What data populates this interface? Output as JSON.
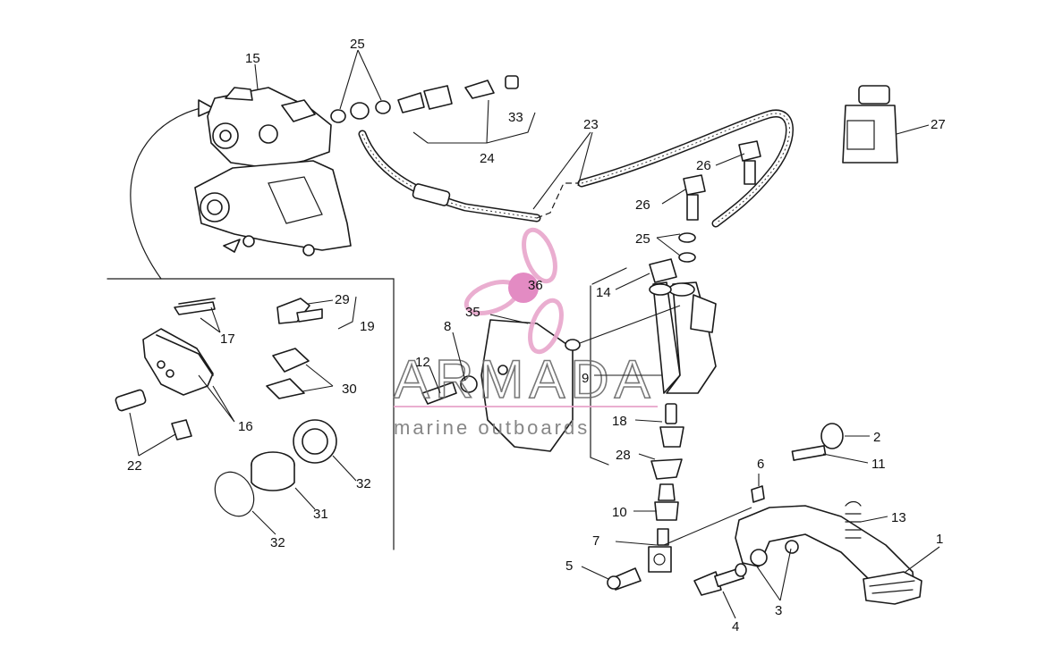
{
  "diagram": {
    "labels": [
      {
        "id": "15",
        "text": "15"
      },
      {
        "id": "25a",
        "text": "25"
      },
      {
        "id": "33",
        "text": "33"
      },
      {
        "id": "24",
        "text": "24"
      },
      {
        "id": "23",
        "text": "23"
      },
      {
        "id": "27",
        "text": "27"
      },
      {
        "id": "26a",
        "text": "26"
      },
      {
        "id": "26b",
        "text": "26"
      },
      {
        "id": "25b",
        "text": "25"
      },
      {
        "id": "14",
        "text": "14"
      },
      {
        "id": "36",
        "text": "36"
      },
      {
        "id": "35",
        "text": "35"
      },
      {
        "id": "8",
        "text": "8"
      },
      {
        "id": "29",
        "text": "29"
      },
      {
        "id": "19",
        "text": "19"
      },
      {
        "id": "17",
        "text": "17"
      },
      {
        "id": "30",
        "text": "30"
      },
      {
        "id": "12",
        "text": "12"
      },
      {
        "id": "9",
        "text": "9"
      },
      {
        "id": "16",
        "text": "16"
      },
      {
        "id": "22",
        "text": "22"
      },
      {
        "id": "18",
        "text": "18"
      },
      {
        "id": "2",
        "text": "2"
      },
      {
        "id": "11",
        "text": "11"
      },
      {
        "id": "32a",
        "text": "32"
      },
      {
        "id": "31",
        "text": "31"
      },
      {
        "id": "32b",
        "text": "32"
      },
      {
        "id": "28",
        "text": "28"
      },
      {
        "id": "6",
        "text": "6"
      },
      {
        "id": "13",
        "text": "13"
      },
      {
        "id": "10",
        "text": "10"
      },
      {
        "id": "7",
        "text": "7"
      },
      {
        "id": "1",
        "text": "1"
      },
      {
        "id": "5",
        "text": "5"
      },
      {
        "id": "3",
        "text": "3"
      },
      {
        "id": "4",
        "text": "4"
      }
    ]
  },
  "watermark": {
    "brand": "ARMADA",
    "tagline": "marine outboards",
    "accent_color": "#e8a6cc",
    "accent_center_color": "#e17fbd"
  }
}
